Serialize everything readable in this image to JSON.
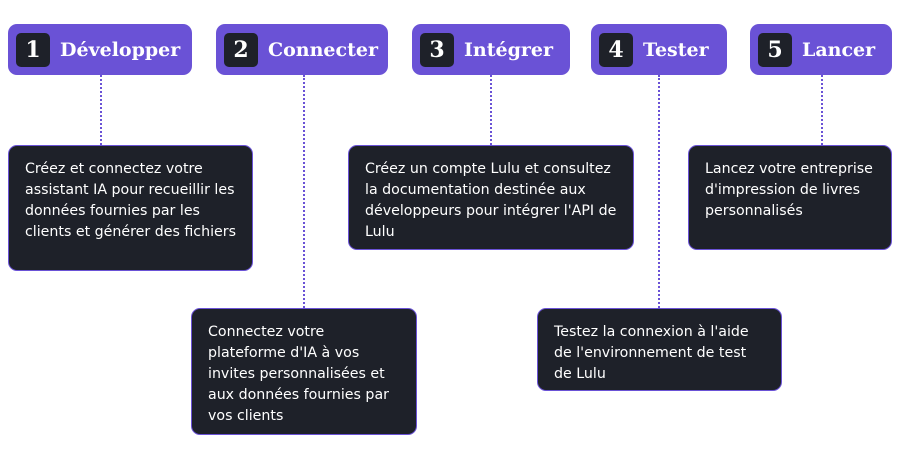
{
  "steps": [
    {
      "number": "1",
      "title": "Développer",
      "description": "Créez et connectez votre assistant IA pour recueillir les données fournies par les clients et générer des fichiers"
    },
    {
      "number": "2",
      "title": "Connecter",
      "description": "Connectez votre plateforme d'IA à vos invites personnalisées et aux données fournies par vos clients"
    },
    {
      "number": "3",
      "title": "Intégrer",
      "description": "Créez un compte Lulu et consultez la documentation destinée aux développeurs pour intégrer l'API de Lulu"
    },
    {
      "number": "4",
      "title": "Tester",
      "description": "Testez la connexion à l'aide de l'environnement de test de Lulu"
    },
    {
      "number": "5",
      "title": "Lancer",
      "description": "Lancez votre entreprise d'impression de livres personnalisés"
    }
  ],
  "colors": {
    "accent": "#6a52d6",
    "box_background": "#1e2129",
    "text": "#ffffff"
  }
}
